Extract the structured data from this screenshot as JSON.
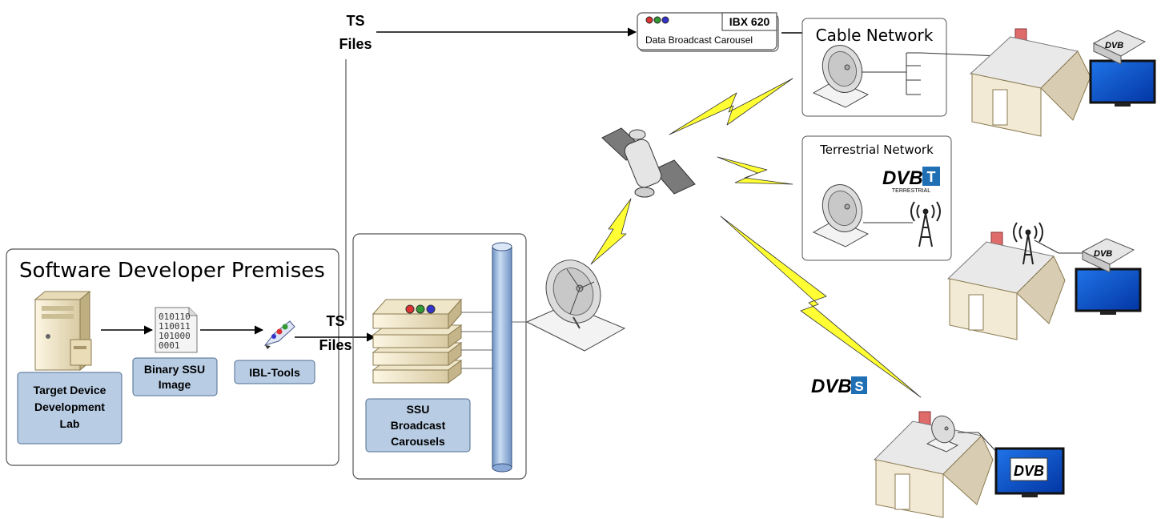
{
  "labels": {
    "premises_title": "Software Developer Premises",
    "target_lab": [
      "Target Device",
      "Development",
      "Lab"
    ],
    "binary_image": [
      "Binary SSU",
      "Image"
    ],
    "binary_digits": [
      "010110",
      "110011",
      "101000",
      "0001"
    ],
    "ibl_tools": "IBL-Tools",
    "ts_files_top": [
      "TS",
      "Files"
    ],
    "ts_files_mid": [
      "TS",
      "Files"
    ],
    "ssu_carousels": [
      "SSU",
      "Broadcast",
      "Carousels"
    ],
    "ibx_model": "IBX 620",
    "data_broadcast": "Data Broadcast Carousel",
    "cable_network": "Cable Network",
    "terrestrial_network": "Terrestrial Network",
    "dvb_t_subtitle": "TERRESTRIAL",
    "dvb_mark": "DVB",
    "dvb_s_letter": "S",
    "dvb_t_letter": "T"
  },
  "colors": {
    "label_box": "#b8cce4",
    "label_box_stroke": "#4f6d8f",
    "lightning": "#ffff33",
    "dvb_blue": "#1f6fb5",
    "tv_screen": "#0a4fc9",
    "house_wall": "#f3ead5",
    "house_roof": "#e9e9e9",
    "chimney": "#e06b6b",
    "pipe": "#9dbce0"
  }
}
